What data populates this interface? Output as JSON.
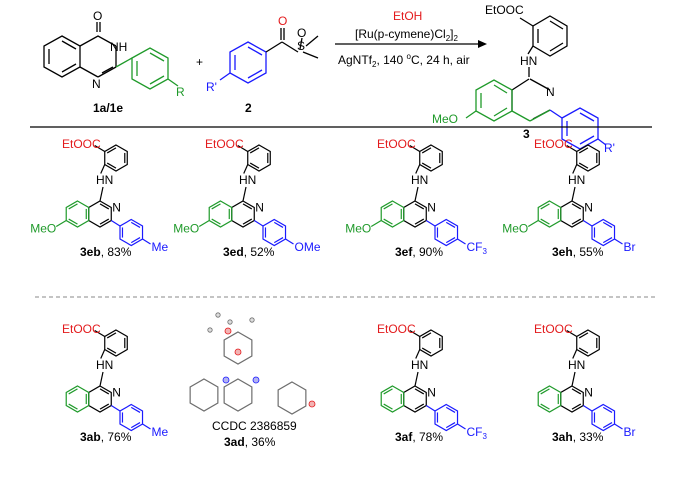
{
  "colors": {
    "black": "#000000",
    "green": "#1f9a2a",
    "blue": "#1a1aff",
    "red": "#e31a1c",
    "gray": "#888888"
  },
  "reaction": {
    "reactant1": {
      "label": "1a/1e",
      "atoms": {
        "O": "O",
        "NH": "NH",
        "N": "N",
        "R": "R"
      }
    },
    "plus": "+",
    "reactant2": {
      "label": "2",
      "atoms": {
        "O": "O",
        "S_plus": "S",
        "O_minus": "O",
        "R": "R'"
      }
    },
    "conditions": {
      "solvent": "EtOH",
      "catalyst": "[Ru(p-cymene)Cl",
      "catalyst_sub": "2",
      "catalyst_close": "]",
      "catalyst_sub2": "2",
      "additive": "AgNTf",
      "additive_sub": "2",
      "temp_prefix": ", 140 ",
      "temp_deg": "o",
      "temp_suffix": "C, 24 h, air"
    },
    "product": {
      "label": "3",
      "ester": "EtOOC",
      "nh": "HN",
      "n": "N",
      "ome": "MeO",
      "r": "R'"
    }
  },
  "row1": [
    {
      "id": "3eb",
      "yield": ", 83%",
      "substituent": "Me",
      "ome": "MeO"
    },
    {
      "id": "3ed",
      "yield": ", 52%",
      "substituent": "OMe",
      "ome": "MeO"
    },
    {
      "id": "3ef",
      "yield": ", 90%",
      "substituent": "CF",
      "substituent_sub": "3",
      "ome": "MeO"
    },
    {
      "id": "3eh",
      "yield": ", 55%",
      "substituent": "Br",
      "ome": "MeO"
    }
  ],
  "row2": [
    {
      "id": "3ab",
      "yield": ", 76%",
      "substituent": "Me"
    },
    {
      "id": "3ad",
      "yield": ", 36%",
      "ccdc": "CCDC 2386859"
    },
    {
      "id": "3af",
      "yield": ", 78%",
      "substituent": "CF",
      "substituent_sub": "3"
    },
    {
      "id": "3ah",
      "yield": ", 33%",
      "substituent": "Br"
    }
  ],
  "common": {
    "ester": "EtOOC",
    "nh": "HN",
    "n": "N"
  }
}
